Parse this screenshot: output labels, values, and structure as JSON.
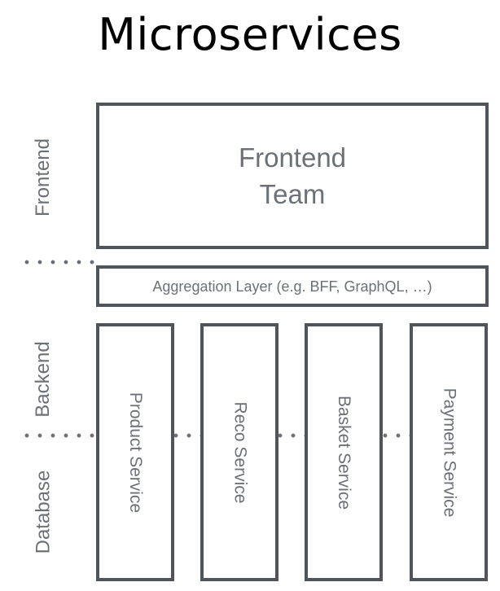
{
  "title": "Microservices",
  "colors": {
    "border": "#50555d",
    "text": "#6c7177",
    "title": "#000000",
    "background": "#ffffff",
    "dot": "#6c7177"
  },
  "bands": [
    {
      "label": "Frontend"
    },
    {
      "label": "Backend"
    },
    {
      "label": "Database"
    }
  ],
  "boxes": {
    "frontend_team": "Frontend\nTeam",
    "aggregation_layer": "Aggregation Layer (e.g. BFF, GraphQL, …)"
  },
  "services": [
    {
      "label": "Product Service"
    },
    {
      "label": "Reco Service"
    },
    {
      "label": "Basket Service"
    },
    {
      "label": "Payment Service"
    }
  ]
}
